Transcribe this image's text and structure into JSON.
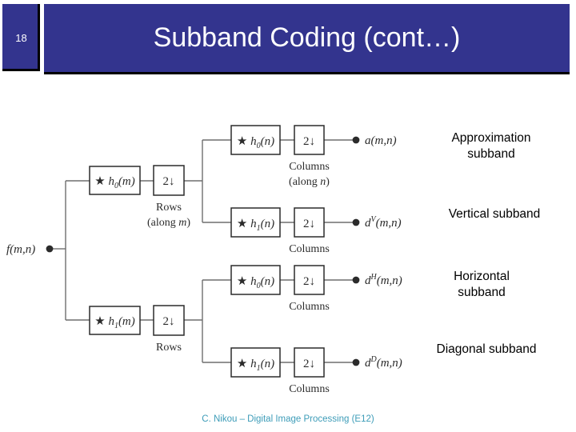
{
  "slide": {
    "number": "18",
    "title": "Subband Coding (cont…)",
    "band_color": "#33348e",
    "footer": "C. Nikou – Digital Image Processing (E12)",
    "footer_color": "#3d9cb8"
  },
  "diagram": {
    "input": {
      "label": "f(m,n)",
      "dot": "input-node"
    },
    "stage1": [
      {
        "filter": "★ h0(m)",
        "filter_base": "★ h",
        "filter_sub": "0",
        "filter_arg": "(m)",
        "downsampler": "2↓",
        "note_line1": "Rows",
        "note_line2": "(along m)"
      },
      {
        "filter": "★ h1(m)",
        "filter_base": "★ h",
        "filter_sub": "1",
        "filter_arg": "(m)",
        "downsampler": "2↓",
        "note_line1": "Rows",
        "note_line2": ""
      }
    ],
    "stage2": [
      {
        "filter_base": "★ h",
        "filter_sub": "0",
        "filter_arg": "(n)",
        "downsampler": "2↓",
        "note_line1": "Columns",
        "note_line2": "(along n)",
        "output_base": "a",
        "output_sup": "",
        "output_arg": "(m,n)",
        "annotation": "Approximation\nsubband"
      },
      {
        "filter_base": "★ h",
        "filter_sub": "1",
        "filter_arg": "(n)",
        "downsampler": "2↓",
        "note_line1": "Columns",
        "note_line2": "",
        "output_base": "d",
        "output_sup": "V",
        "output_arg": "(m,n)",
        "annotation": "Vertical subband"
      },
      {
        "filter_base": "★ h",
        "filter_sub": "0",
        "filter_arg": "(n)",
        "downsampler": "2↓",
        "note_line1": "Columns",
        "note_line2": "",
        "output_base": "d",
        "output_sup": "H",
        "output_arg": "(m,n)",
        "annotation": "Horizontal\nsubband"
      },
      {
        "filter_base": "★ h",
        "filter_sub": "1",
        "filter_arg": "(n)",
        "downsampler": "2↓",
        "note_line1": "Columns",
        "note_line2": "",
        "output_base": "d",
        "output_sup": "D",
        "output_arg": "(m,n)",
        "annotation": "Diagonal subband"
      }
    ]
  },
  "annotations": {
    "approximation_line1": "Approximation",
    "approximation_line2": "subband",
    "vertical": "Vertical subband",
    "horizontal_line1": "Horizontal",
    "horizontal_line2": "subband",
    "diagonal": "Diagonal subband"
  }
}
